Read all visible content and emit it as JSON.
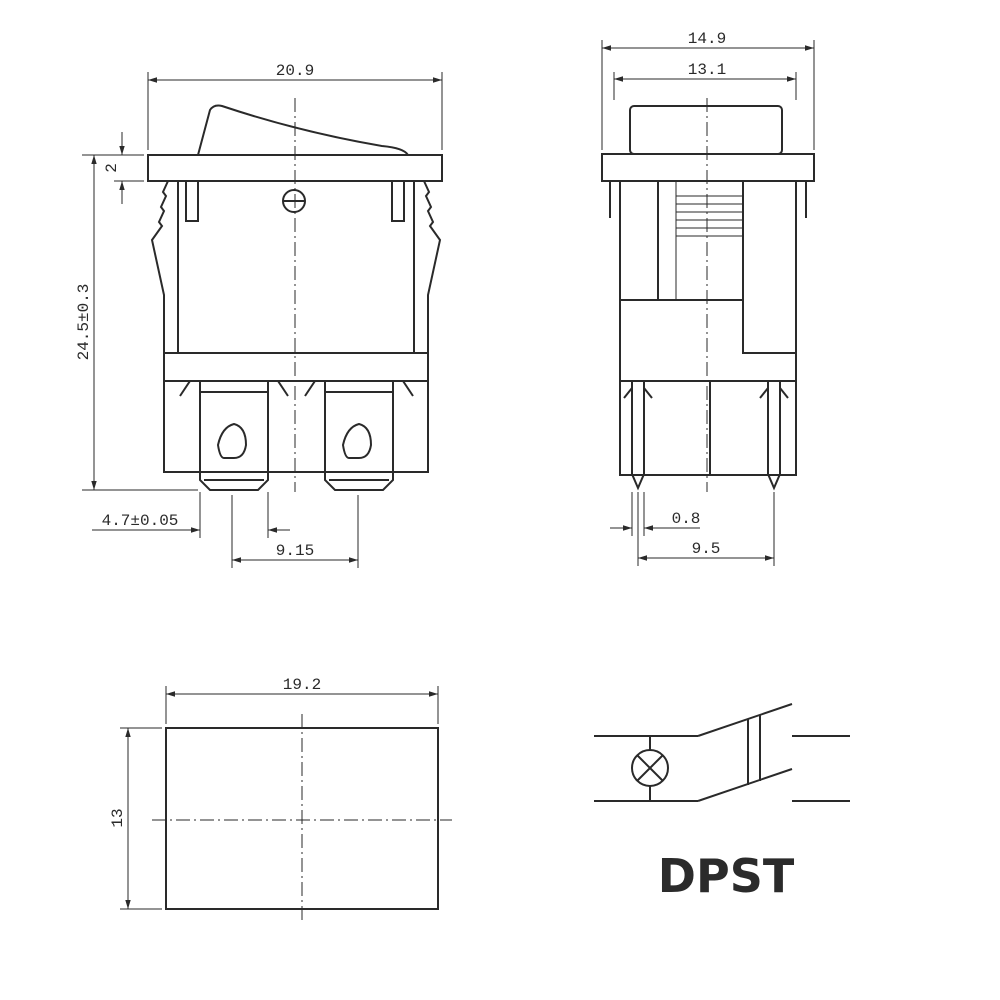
{
  "front_view": {
    "width_dim": "20.9",
    "height_dim": "24.5±0.3",
    "flange_dim": "2",
    "terminal_width_dim": "4.7±0.05",
    "terminal_pitch_dim": "9.15"
  },
  "side_view": {
    "outer_width_dim": "14.9",
    "body_width_dim": "13.1",
    "pin_width_dim": "0.8",
    "pin_pitch_dim": "9.5"
  },
  "cutout_view": {
    "width_dim": "19.2",
    "height_dim": "13"
  },
  "schematic": {
    "type_label": "DPST"
  }
}
